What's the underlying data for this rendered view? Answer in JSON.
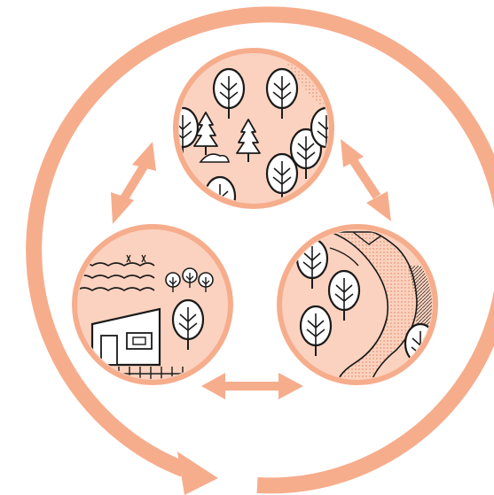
{
  "colors": {
    "accent": "#f6ad8c",
    "fill": "#f9c9b2",
    "fill_light": "#fde3d6",
    "line": "#1a1a1a",
    "background": "#ffffff"
  },
  "nodes": [
    {
      "id": "forest",
      "icon": "forest-landscape-icon"
    },
    {
      "id": "farm",
      "icon": "farm-landscape-icon"
    },
    {
      "id": "river",
      "icon": "river-landscape-icon"
    }
  ],
  "links": [
    {
      "from": "forest",
      "to": "farm",
      "type": "bidirectional"
    },
    {
      "from": "forest",
      "to": "river",
      "type": "bidirectional"
    },
    {
      "from": "farm",
      "to": "river",
      "type": "bidirectional"
    }
  ],
  "cycle": {
    "direction": "clockwise",
    "arrowhead": "bottom"
  }
}
